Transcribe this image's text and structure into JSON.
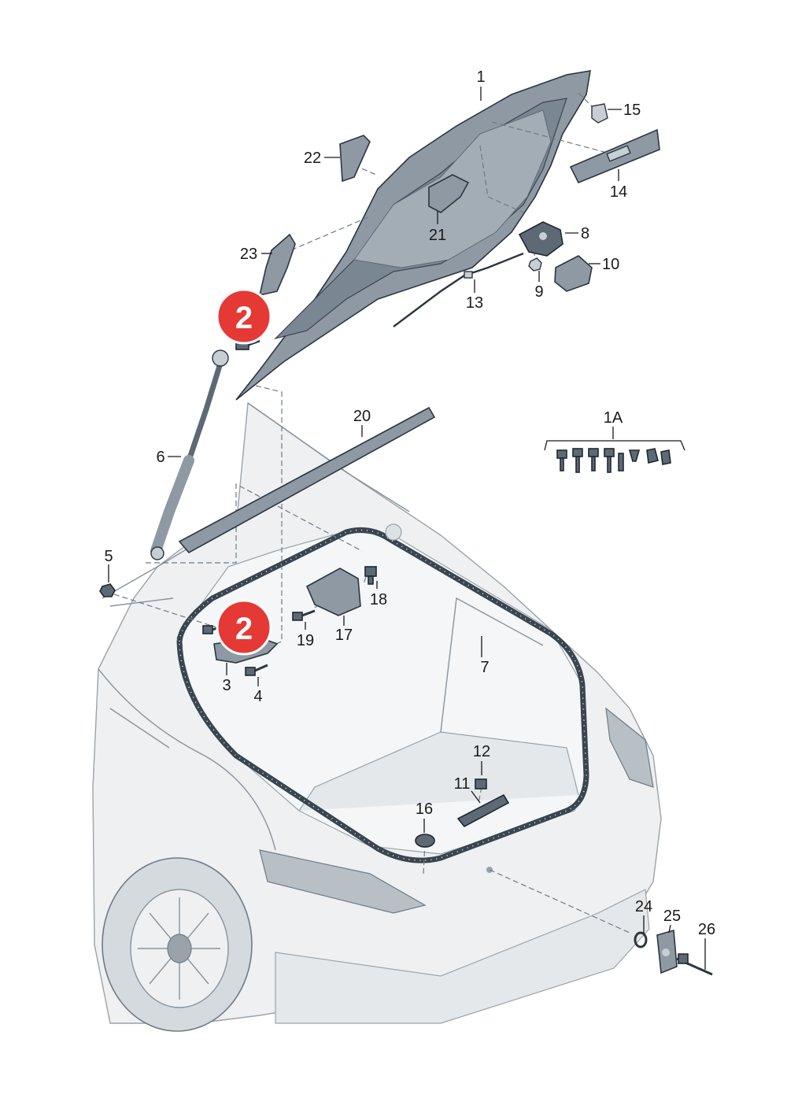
{
  "badge": {
    "value": "2",
    "color": "#e53935"
  },
  "labels": {
    "p1": "1",
    "p1a": "1A",
    "p3": "3",
    "p4": "4",
    "p5": "5",
    "p6": "6",
    "p7": "7",
    "p8": "8",
    "p9": "9",
    "p10": "10",
    "p11": "11",
    "p12": "12",
    "p13": "13",
    "p14": "14",
    "p15": "15",
    "p16": "16",
    "p17": "17",
    "p18": "18",
    "p19": "19",
    "p20": "20",
    "p21": "21",
    "p22": "22",
    "p23": "23",
    "p24": "24",
    "p25": "25",
    "p26": "26"
  }
}
